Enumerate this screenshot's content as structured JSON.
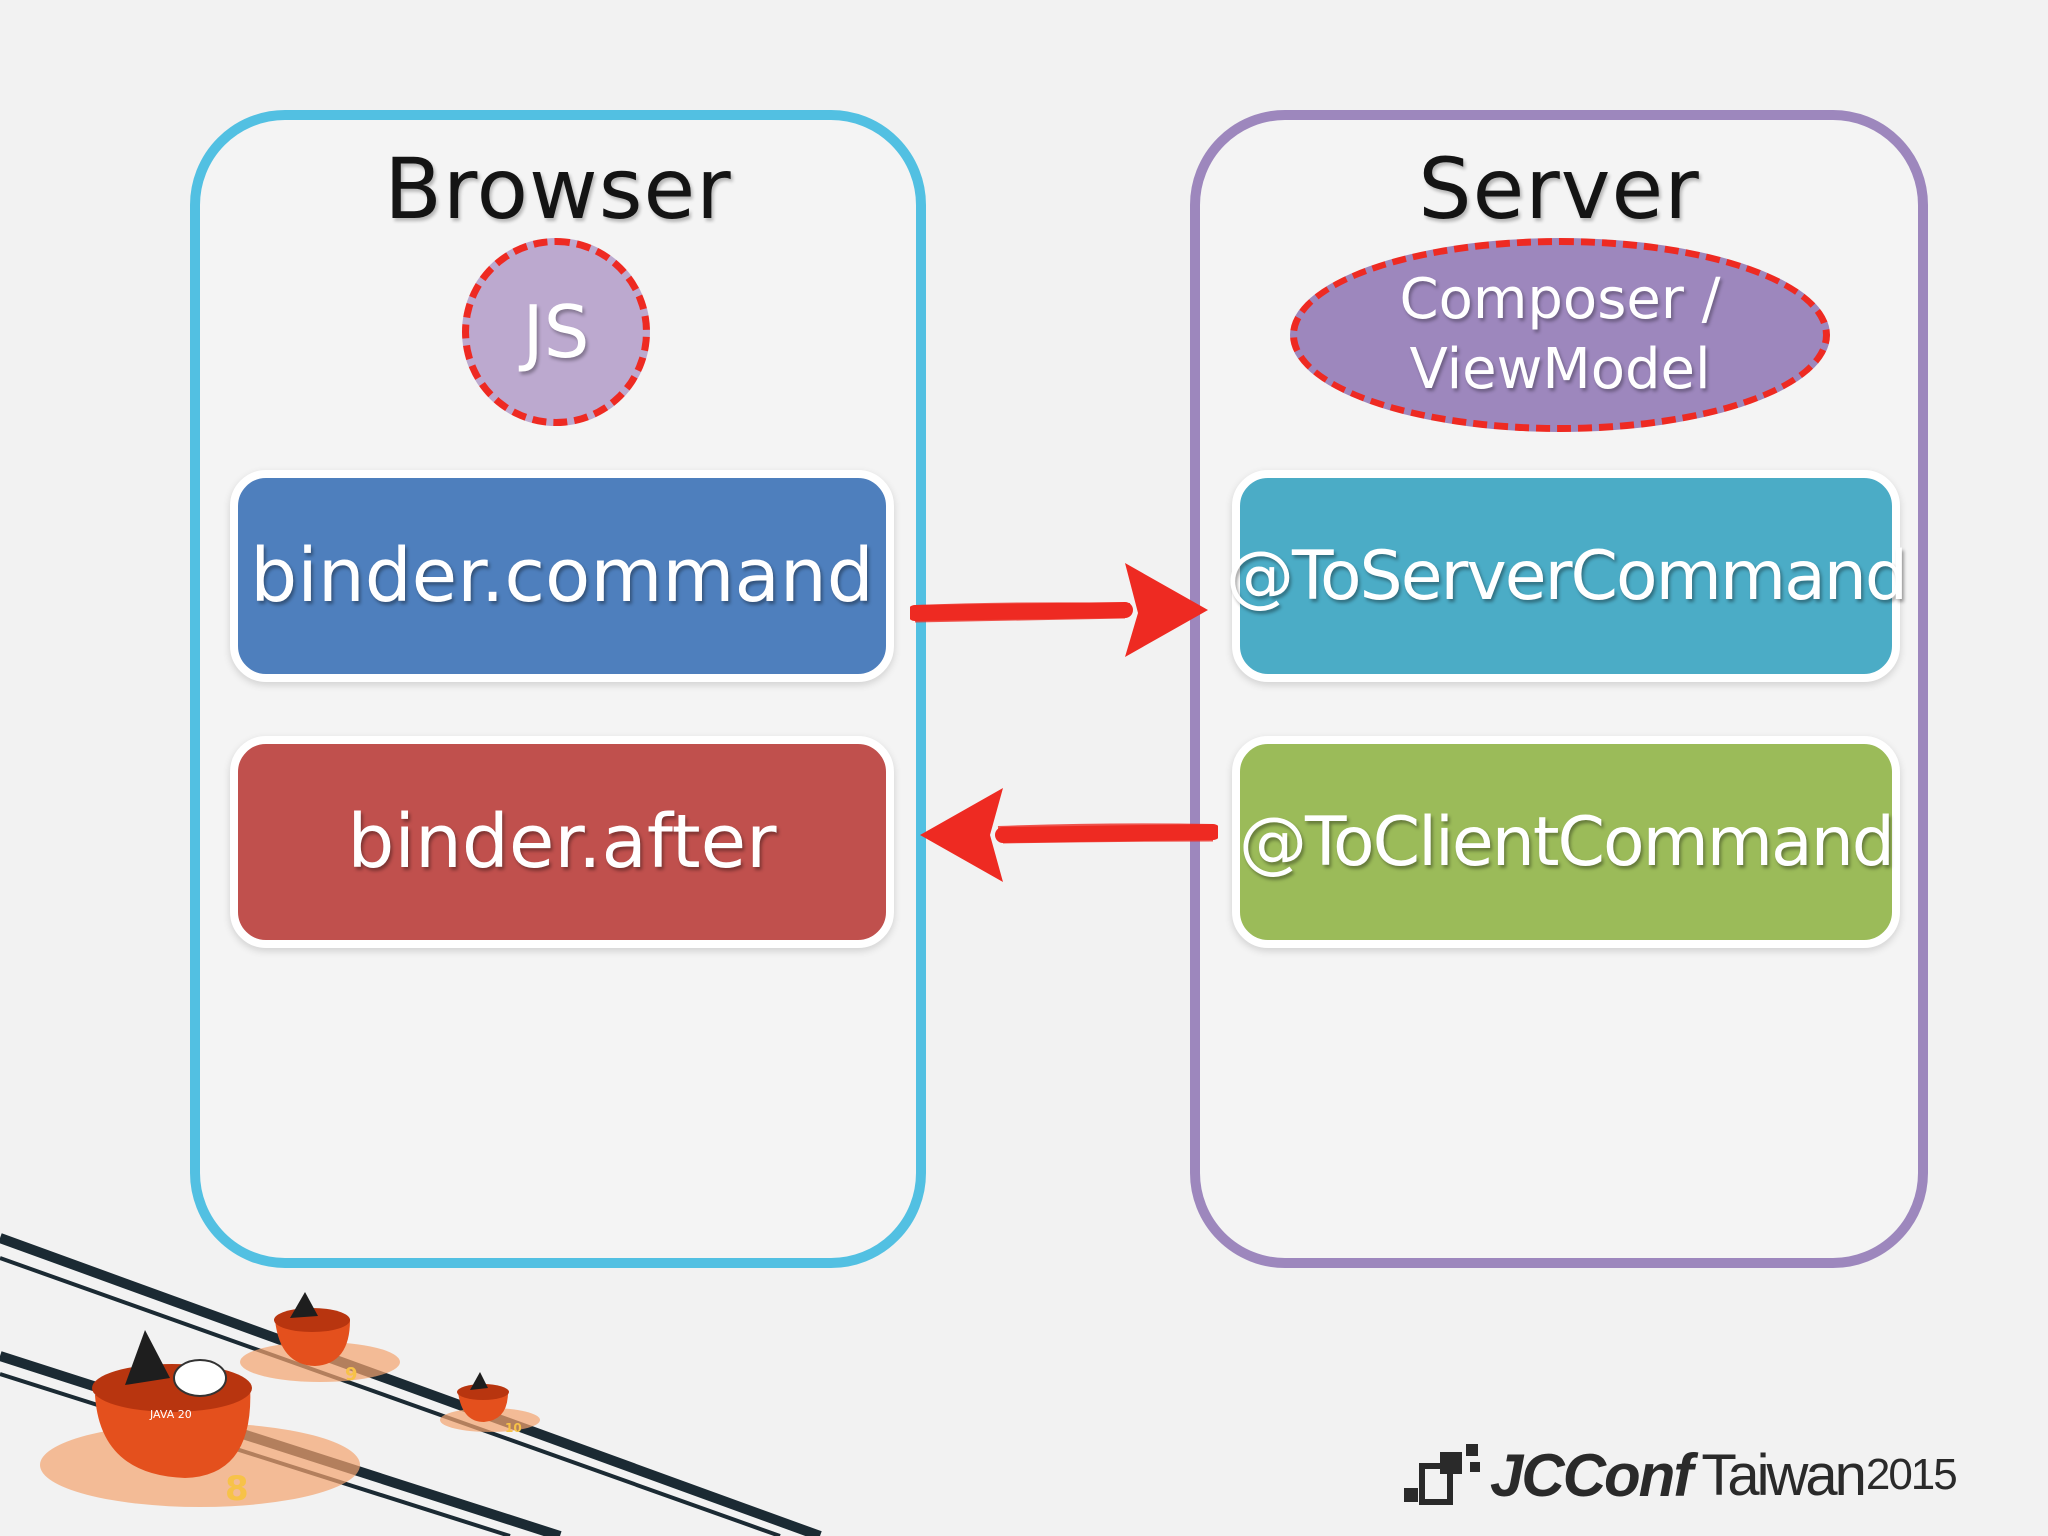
{
  "browser": {
    "title": "Browser",
    "js_label": "JS",
    "command_label": "binder.command",
    "after_label": "binder.after"
  },
  "server": {
    "title": "Server",
    "composer_line1": "Composer /",
    "composer_line2": "ViewModel",
    "to_server_label": "@ToServerCommand",
    "to_client_label": "@ToClientCommand"
  },
  "branding": {
    "name": "JCConf",
    "region": "Taiwan",
    "year": "2015",
    "cup_badge": "JAVA 20",
    "cup_numbers": [
      "8",
      "9",
      "10"
    ]
  },
  "colors": {
    "browser_border": "#52c0e2",
    "server_border": "#9d87bd",
    "command": "#4e7fbd",
    "after": "#c0504d",
    "to_server": "#4bacc6",
    "to_client": "#9bbb59",
    "highlight": "#ee2a22"
  },
  "icons": {
    "mascot": "java-duke-in-cups",
    "logo": "jcconf-squares-logo"
  }
}
